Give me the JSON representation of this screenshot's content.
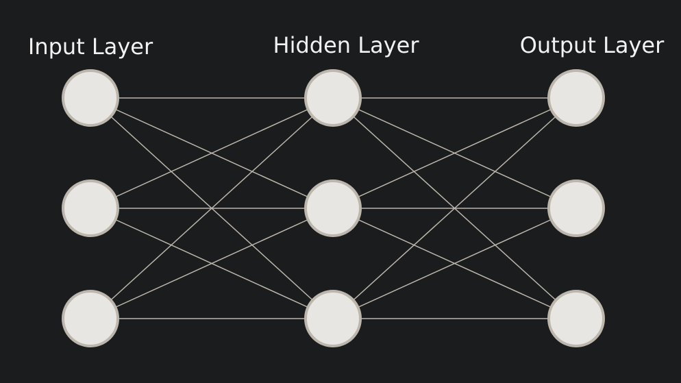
{
  "layers": [
    {
      "title": "Input Layer",
      "neurons": 3
    },
    {
      "title": "Hidden Layer",
      "neurons": 3
    },
    {
      "title": "Output Layer",
      "neurons": 3
    }
  ],
  "colors": {
    "background": "#1b1c1d",
    "node_fill": "#e8e6e2",
    "node_stroke": "#bdb6ad",
    "edge": "#bdb6ad",
    "text": "#f2f2f2"
  }
}
